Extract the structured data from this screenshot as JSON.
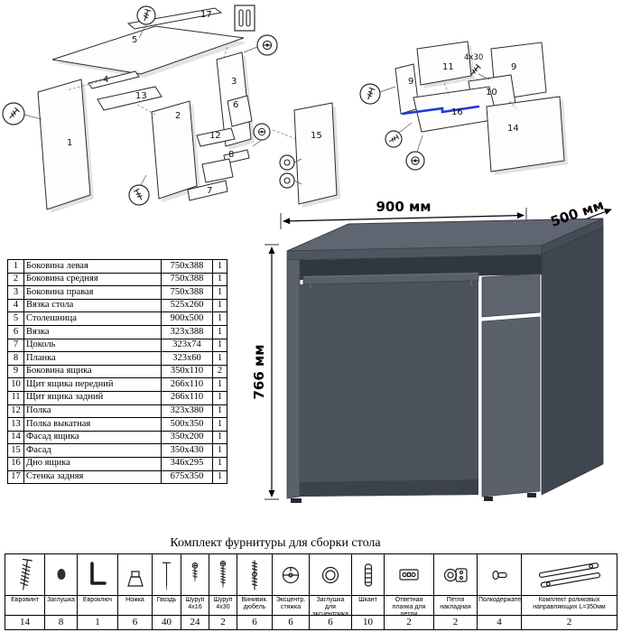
{
  "diagrams": {
    "main_labels": [
      "17",
      "5",
      "4",
      "3",
      "13",
      "2",
      "6",
      "1",
      "12",
      "8",
      "7",
      "15"
    ],
    "drawer_labels": [
      "11",
      "9",
      "4x30",
      "9",
      "10",
      "16",
      "14"
    ]
  },
  "desk": {
    "width_label": "900 мм",
    "depth_label": "500 мм",
    "height_label": "766 мм"
  },
  "parts_table": {
    "rows": [
      {
        "num": "1",
        "name": "Боковина левая",
        "size": "750x388",
        "qty": "1"
      },
      {
        "num": "2",
        "name": "Боковина средняя",
        "size": "750x388",
        "qty": "1"
      },
      {
        "num": "3",
        "name": "Боковина правая",
        "size": "750x388",
        "qty": "1"
      },
      {
        "num": "4",
        "name": "Вязка стола",
        "size": "525x260",
        "qty": "1"
      },
      {
        "num": "5",
        "name": "Столешница",
        "size": "900x500",
        "qty": "1"
      },
      {
        "num": "6",
        "name": "Вязка",
        "size": "323x388",
        "qty": "1"
      },
      {
        "num": "7",
        "name": "Цоколь",
        "size": "323x74",
        "qty": "1"
      },
      {
        "num": "8",
        "name": "Планка",
        "size": "323x60",
        "qty": "1"
      },
      {
        "num": "9",
        "name": "Боковина ящика",
        "size": "350x110",
        "qty": "2"
      },
      {
        "num": "10",
        "name": "Щит ящика передний",
        "size": "266x110",
        "qty": "1"
      },
      {
        "num": "11",
        "name": "Щит ящика задний",
        "size": "266x110",
        "qty": "1"
      },
      {
        "num": "12",
        "name": "Полка",
        "size": "323x380",
        "qty": "1"
      },
      {
        "num": "13",
        "name": "Полка выкатная",
        "size": "500x350",
        "qty": "1"
      },
      {
        "num": "14",
        "name": "Фасад ящика",
        "size": "350x200",
        "qty": "1"
      },
      {
        "num": "15",
        "name": "Фасад",
        "size": "350x430",
        "qty": "1"
      },
      {
        "num": "16",
        "name": "Дно ящика",
        "size": "346x295",
        "qty": "1"
      },
      {
        "num": "17",
        "name": "Стенка задняя",
        "size": "675x350",
        "qty": "1"
      }
    ]
  },
  "hardware": {
    "title": "Комплект фурнитуры для сборки стола",
    "items": [
      {
        "name": "Евровинт",
        "qty": "14",
        "icon": "euro-screw-icon"
      },
      {
        "name": "Заглушка",
        "qty": "8",
        "icon": "cap-icon"
      },
      {
        "name": "Евроключ",
        "qty": "1",
        "icon": "hex-key-icon"
      },
      {
        "name": "Ножка",
        "qty": "6",
        "icon": "leg-icon"
      },
      {
        "name": "Гвоздь",
        "qty": "40",
        "icon": "nail-icon"
      },
      {
        "name": "Шуруп 4x16",
        "qty": "24",
        "icon": "screw-short-icon"
      },
      {
        "name": "Шуруп 4x30",
        "qty": "2",
        "icon": "screw-long-icon"
      },
      {
        "name": "Винивик. дюбель",
        "qty": "6",
        "icon": "dowel-screw-icon"
      },
      {
        "name": "Эксцентр. стяжка",
        "qty": "6",
        "icon": "cam-lock-icon"
      },
      {
        "name": "Заглушка для эксцентрика",
        "qty": "6",
        "icon": "cam-cap-icon"
      },
      {
        "name": "Шкант",
        "qty": "10",
        "icon": "wood-dowel-icon"
      },
      {
        "name": "Ответная планка для петли",
        "qty": "2",
        "icon": "hinge-plate-icon"
      },
      {
        "name": "Петля накладная",
        "qty": "2",
        "icon": "hinge-icon"
      },
      {
        "name": "Полкодержатель",
        "qty": "4",
        "icon": "shelf-pin-icon"
      },
      {
        "name": "Комплект роликовых направляющих L=350мм",
        "qty": "2",
        "icon": "drawer-slides-icon"
      }
    ]
  }
}
